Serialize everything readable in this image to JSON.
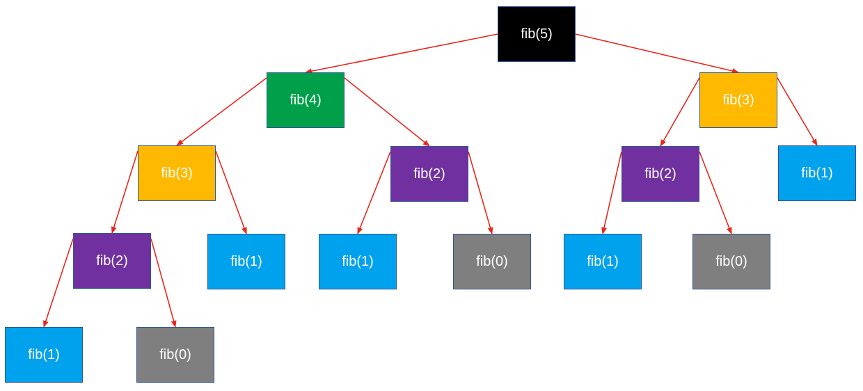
{
  "tree": {
    "node_colors": {
      "black": "#000000",
      "green": "#00a04a",
      "yellow": "#ffb900",
      "purple": "#7030a0",
      "blue": "#00a2ed",
      "gray": "#7f7f7f"
    },
    "edge_color": "#e8281c",
    "nodes": [
      {
        "id": "n5",
        "label": "fib(5)"
      },
      {
        "id": "n4",
        "label": "fib(4)"
      },
      {
        "id": "n3r",
        "label": "fib(3)"
      },
      {
        "id": "n3l",
        "label": "fib(3)"
      },
      {
        "id": "n2m",
        "label": "fib(2)"
      },
      {
        "id": "n2r",
        "label": "fib(2)"
      },
      {
        "id": "n1rr",
        "label": "fib(1)"
      },
      {
        "id": "n2l",
        "label": "fib(2)"
      },
      {
        "id": "n1a",
        "label": "fib(1)"
      },
      {
        "id": "n1b",
        "label": "fib(1)"
      },
      {
        "id": "n0a",
        "label": "fib(0)"
      },
      {
        "id": "n1c",
        "label": "fib(1)"
      },
      {
        "id": "n0b",
        "label": "fib(0)"
      },
      {
        "id": "n1d",
        "label": "fib(1)"
      },
      {
        "id": "n0c",
        "label": "fib(0)"
      }
    ],
    "edges": [
      {
        "from": "n5",
        "to": "n4"
      },
      {
        "from": "n5",
        "to": "n3r"
      },
      {
        "from": "n4",
        "to": "n3l"
      },
      {
        "from": "n4",
        "to": "n2m"
      },
      {
        "from": "n3r",
        "to": "n2r"
      },
      {
        "from": "n3r",
        "to": "n1rr"
      },
      {
        "from": "n3l",
        "to": "n2l"
      },
      {
        "from": "n3l",
        "to": "n1a"
      },
      {
        "from": "n2m",
        "to": "n1b"
      },
      {
        "from": "n2m",
        "to": "n0a"
      },
      {
        "from": "n2r",
        "to": "n1c"
      },
      {
        "from": "n2r",
        "to": "n0b"
      },
      {
        "from": "n2l",
        "to": "n1d"
      },
      {
        "from": "n2l",
        "to": "n0c"
      }
    ]
  }
}
